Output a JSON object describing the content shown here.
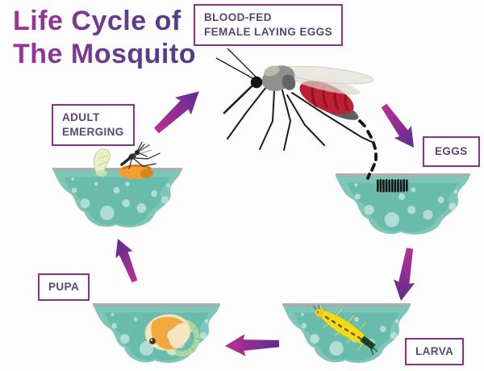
{
  "title": {
    "line1": "Life Cycle of",
    "line2": "The Mosquito"
  },
  "labels": {
    "blood_fed": {
      "line1": "BLOOD-FED",
      "line2": "FEMALE LAYING EGGS"
    },
    "eggs": "EGGS",
    "larva": "LARVA",
    "pupa": "PUPA",
    "adult": {
      "line1": "ADULT",
      "line2": "EMERGING"
    }
  },
  "cycle_order": [
    "BLOOD-FED FEMALE LAYING EGGS",
    "EGGS",
    "LARVA",
    "PUPA",
    "ADULT EMERGING"
  ],
  "colors": {
    "label_border": "#8e2f8f",
    "label_text": "#5a4575",
    "title_gradient_start": "#a23399",
    "title_gradient_end": "#4f3d85",
    "arrow_magenta": "#bb3092",
    "arrow_purple": "#5c2c90",
    "water": "#7fc6b9",
    "water_dark": "#69bbac",
    "water_bubble": "#c2e6de",
    "water_surface_line": "#9b9b9b",
    "egg_raft": "#141414",
    "larva_yellow": "#f4d91a",
    "pupa_cream": "#f5e6c0",
    "pupa_orange": "#f1a83e",
    "pupa_tail_green": "#abd6a2",
    "mosquito_abdomen_red": "#c01f33",
    "mosquito_thorax_gray": "#90918a"
  }
}
